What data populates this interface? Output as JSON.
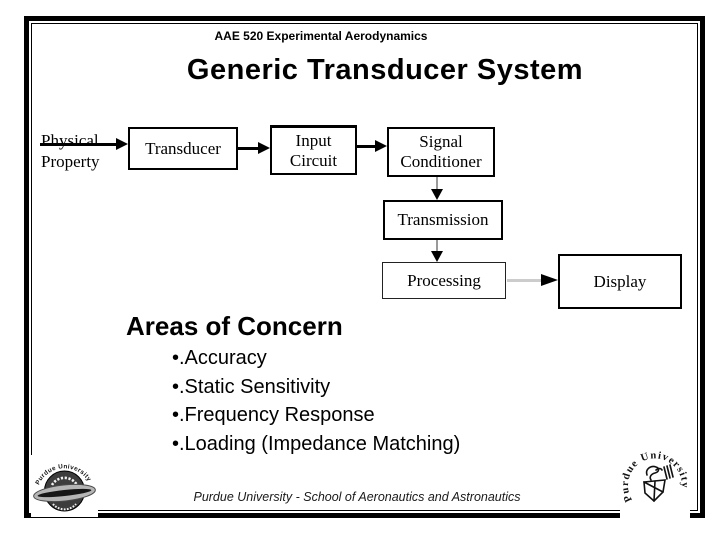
{
  "slide": {
    "course_header": "AAE 520 Experimental Aerodynamics",
    "title": "Generic Transducer System",
    "footer": "Purdue University - School of Aeronautics and Astronautics"
  },
  "diagram": {
    "source": {
      "line1": "Physical",
      "line2": "Property"
    },
    "boxes": [
      {
        "label": "Transducer"
      },
      {
        "label": "Input Circuit"
      },
      {
        "label": "Signal Conditioner"
      },
      {
        "label": "Transmission"
      },
      {
        "label": "Processing"
      },
      {
        "label": "Display"
      }
    ]
  },
  "concerns": {
    "heading": "Areas of Concern",
    "items": [
      "•.Accuracy",
      "•.Static Sensitivity",
      "•.Frequency Response",
      "•.Loading (Impedance Matching)"
    ]
  },
  "logos": {
    "left_badge_text": "Purdue University",
    "right_seal_text": "Purdue University"
  },
  "colors": {
    "text": "#000000",
    "box_border": "#000000",
    "connector_gray": "#9a9a9a",
    "connector_light_gray": "#cccccc",
    "background": "#ffffff"
  }
}
